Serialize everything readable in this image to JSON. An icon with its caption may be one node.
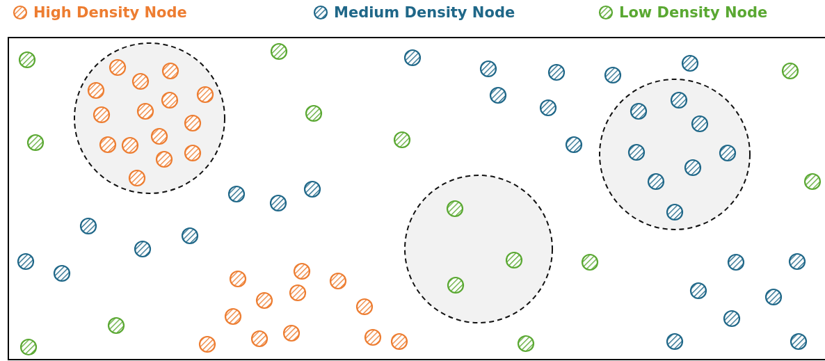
{
  "diagram": {
    "legend": [
      {
        "text": "High Density Node",
        "color": "#ed7d31"
      },
      {
        "text": "Medium Density Node",
        "color": "#1f6788"
      },
      {
        "text": "Low Density Node",
        "color": "#5aa832"
      }
    ]
  }
}
